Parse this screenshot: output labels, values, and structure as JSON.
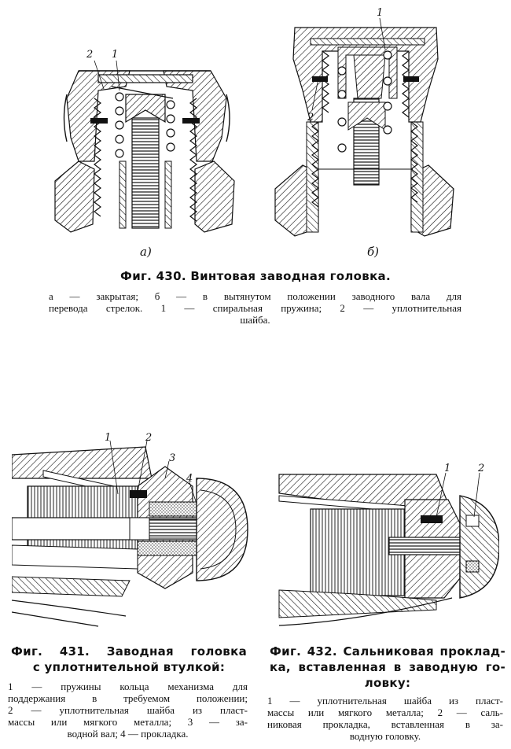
{
  "fig430": {
    "callouts": {
      "a_1": "1",
      "a_2": "2",
      "b_1": "1",
      "b_2": "2"
    },
    "sub_a": "а)",
    "sub_b": "б)",
    "title": "Фиг. 430. Винтовая заводная головка.",
    "caption_lines": [
      "а — закрытая; б — в вытянутом положении заводного вала для",
      "перевода стрелок. 1 — спиральная пружина; 2 — уплотнительная",
      "шайба."
    ]
  },
  "fig431": {
    "callouts": {
      "c1": "1",
      "c2": "2",
      "c3": "3",
      "c4": "4"
    },
    "title_lines": [
      "Фиг. 431. Заводная головка",
      "с уплотнительной втулкой:"
    ],
    "caption_lines": [
      "1 — пружины кольца механизма для",
      "поддержания в требуемом положении;",
      "2 — уплотнительная шайба из пласт-",
      "массы или мягкого металла; 3 — за-",
      "водной вал; 4 — прокладка."
    ]
  },
  "fig432": {
    "callouts": {
      "c1": "1",
      "c2": "2"
    },
    "title_lines": [
      "Фиг. 432. Сальниковая проклад-",
      "ка, вставленная в заводную го-",
      "ловку:"
    ],
    "caption_lines": [
      "1 — уплотнительная шайба из пласт-",
      "массы или мягкого металла; 2 — саль-",
      "никовая прокладка, вставленная в за-",
      "водную головку."
    ]
  }
}
